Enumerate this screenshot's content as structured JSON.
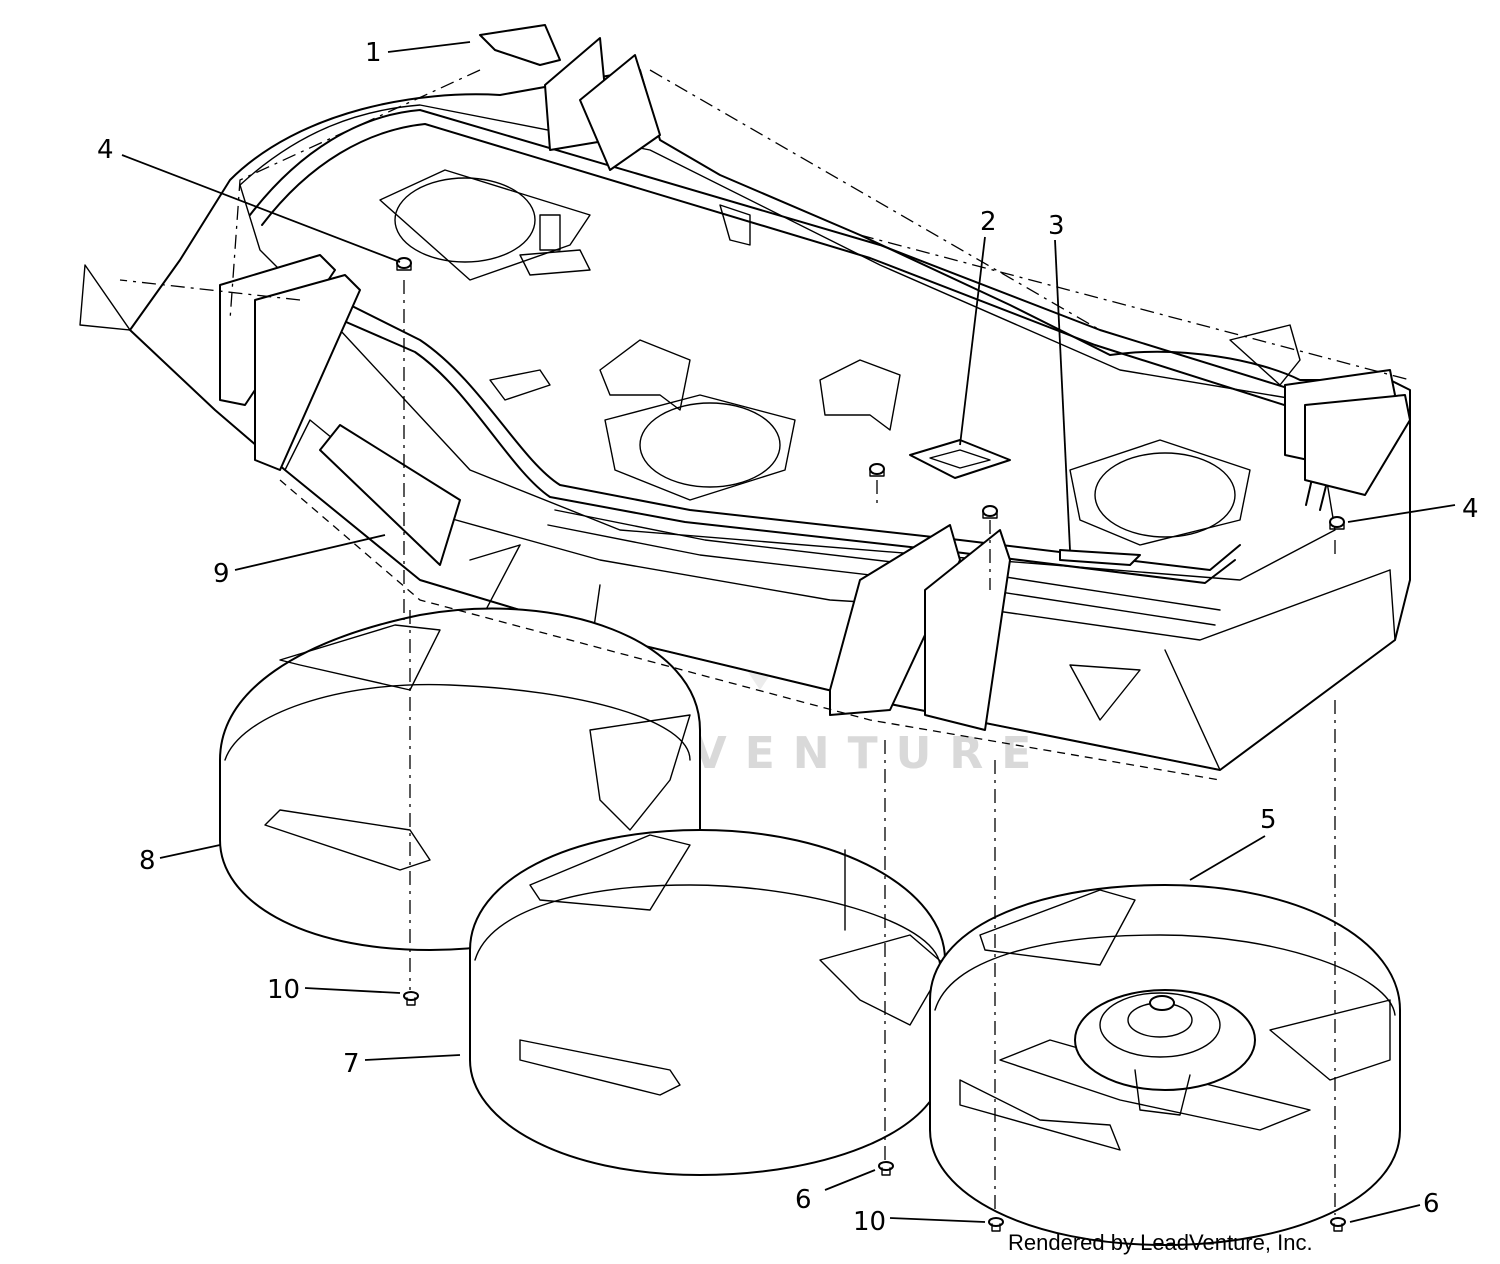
{
  "diagram": {
    "callouts": [
      {
        "id": "c1",
        "label": "1"
      },
      {
        "id": "c2",
        "label": "2"
      },
      {
        "id": "c3",
        "label": "3"
      },
      {
        "id": "c4a",
        "label": "4"
      },
      {
        "id": "c4b",
        "label": "4"
      },
      {
        "id": "c5",
        "label": "5"
      },
      {
        "id": "c6a",
        "label": "6"
      },
      {
        "id": "c6b",
        "label": "6"
      },
      {
        "id": "c7",
        "label": "7"
      },
      {
        "id": "c8",
        "label": "8"
      },
      {
        "id": "c9",
        "label": "9"
      },
      {
        "id": "c10a",
        "label": "10"
      },
      {
        "id": "c10b",
        "label": "10"
      }
    ],
    "watermark": "LEADVENTURE",
    "credit": "Rendered by LeadVenture, Inc."
  },
  "colors": {
    "line": "#000000",
    "background": "#ffffff",
    "watermark": "#d9d9d9"
  }
}
